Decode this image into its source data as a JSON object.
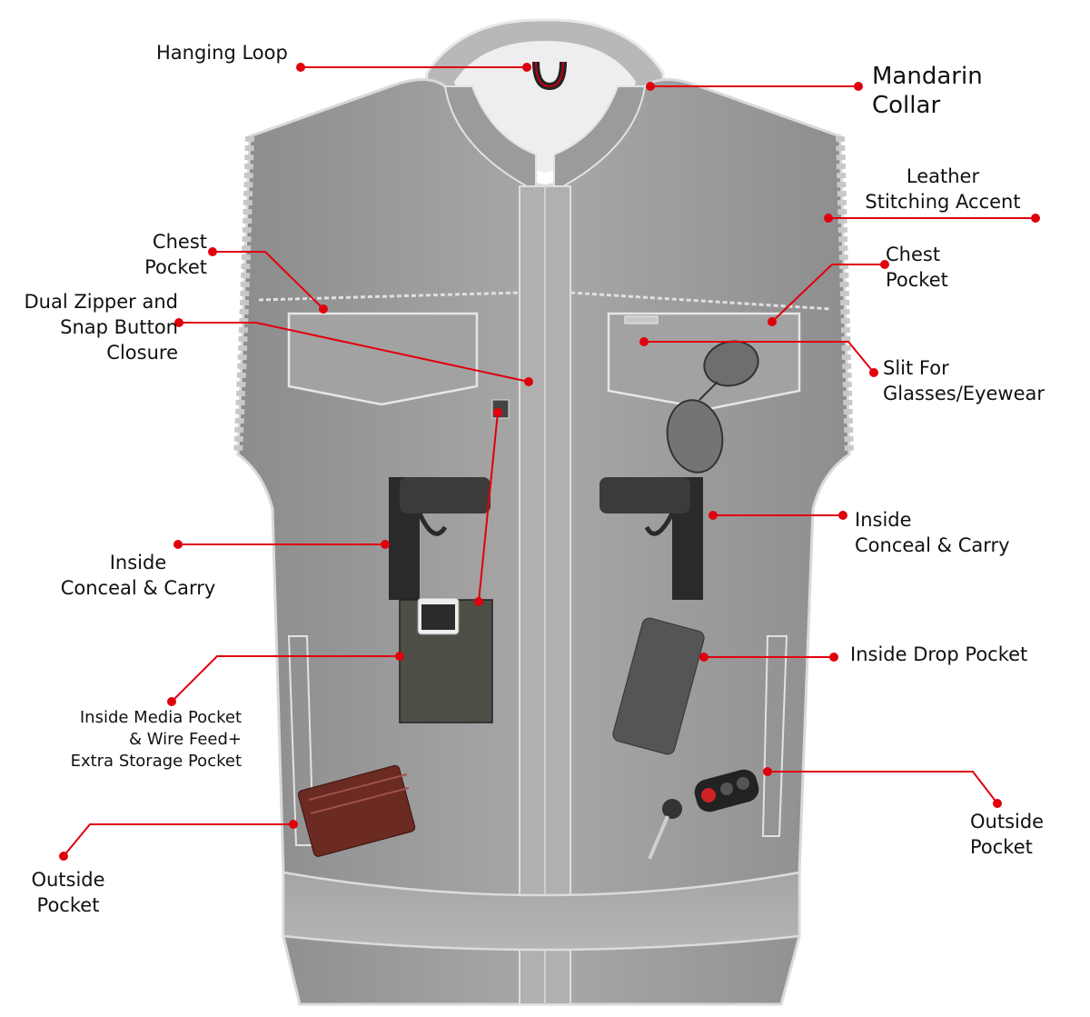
{
  "diagram": {
    "subject": "Leather vest feature callouts",
    "accent_color": "#e0000d",
    "vest_color": "#9a9a9a",
    "labels": {
      "hanging_loop": "Hanging Loop",
      "mandarin_collar": "Mandarin\nCollar",
      "leather_stitching": "Leather\nStitching Accent",
      "chest_pocket_left": "Chest\nPocket",
      "chest_pocket_right": "Chest\nPocket",
      "dual_zipper": "Dual Zipper and\nSnap Button\nClosure",
      "slit_glasses": "Slit For\nGlasses/Eyewear",
      "conceal_left": "Inside\nConceal & Carry",
      "conceal_right": "Inside\nConceal & Carry",
      "inside_drop": "Inside Drop Pocket",
      "media_pocket": "Inside Media Pocket\n& Wire Feed+\nExtra Storage Pocket",
      "outside_left": "Outside\nPocket",
      "outside_right": "Outside\nPocket"
    },
    "items": [
      "sunglasses",
      "pistol-left",
      "pistol-right",
      "smartphone-in-media-pocket",
      "phone-in-drop-pocket",
      "wallet",
      "car-key-fob"
    ]
  }
}
